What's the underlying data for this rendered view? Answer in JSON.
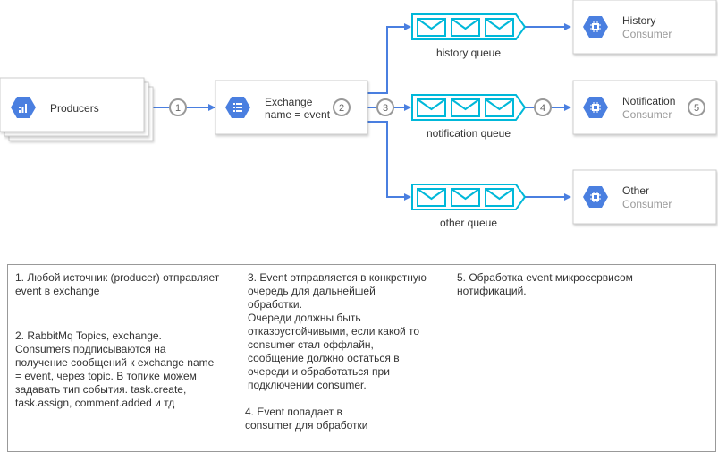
{
  "producers": {
    "label": "Producers"
  },
  "exchange": {
    "line1": "Exchange",
    "line2": "name = event"
  },
  "queues": [
    {
      "label": "history queue"
    },
    {
      "label": "notification queue"
    },
    {
      "label": "other queue"
    }
  ],
  "consumers": [
    {
      "title": "History",
      "subtitle": "Consumer"
    },
    {
      "title": "Notification",
      "subtitle": "Consumer"
    },
    {
      "title": "Other",
      "subtitle": "Consumer"
    }
  ],
  "step_markers": [
    "1",
    "2",
    "3",
    "4",
    "5"
  ],
  "notes": {
    "n1": "1. Любой источник (producer) отправляет\nevent в exchange",
    "n2": "2. RabbitMq Topics, exchange.\nConsumers подписываются на\nполучение сообщений  к exchange name\n= event, через topic. В топике можем\nзадавать тип события. task.create,\ntask.assign, comment.added и тд",
    "n3": "3. Event отправляется в конкретную\nочередь для дальнейшей\nобработки.\nОчереди должны быть\nотказоустойчивыми, если какой то\nconsumer стал оффлайн,\nсообщение должно остаться в\nочереди и обработаться при\nподключении consumer.",
    "n4": "4. Event попадает в\nconsumer для обработки",
    "n5": "5. Обработка event микросервисом\nнотификаций."
  },
  "colors": {
    "icon_blue": "#4a7fe0",
    "queue_cyan": "#00b8d9",
    "arrow_blue": "#4a7fe0",
    "marker_gray": "#999999",
    "card_border": "#cccccc"
  }
}
